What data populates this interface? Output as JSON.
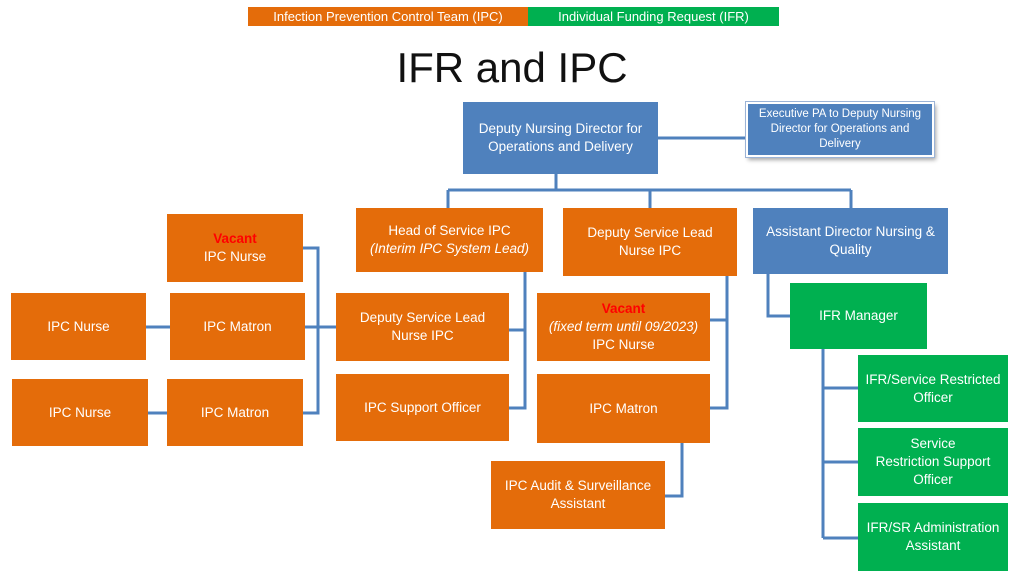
{
  "legend": {
    "ipc": "Infection Prevention Control Team (IPC)",
    "ifr": "Individual Funding Request (IFR)"
  },
  "title": "IFR and IPC",
  "colors": {
    "ipc_orange": "#E46C0A",
    "ifr_green": "#00B050",
    "manager_blue": "#4F81BD",
    "vacant_red": "#FF0000"
  },
  "nodes": {
    "deputy_nursing_director": {
      "line1": "Deputy Nursing Director for",
      "line2": "Operations and Delivery"
    },
    "executive_pa": {
      "line1": "Executive PA to Deputy Nursing",
      "line2": "Director for Operations and",
      "line3": "Delivery"
    },
    "head_of_service_ipc": {
      "line1": "Head of Service IPC",
      "line2": "(Interim IPC System Lead)"
    },
    "deputy_service_lead_top": {
      "line1": "Deputy Service Lead",
      "line2": "Nurse IPC"
    },
    "assistant_director": {
      "line1": "Assistant Director Nursing &",
      "line2": "Quality"
    },
    "vacant_ipc_nurse": {
      "status": "Vacant",
      "label": "IPC Nurse"
    },
    "ipc_nurse_1": {
      "label": "IPC Nurse"
    },
    "ipc_matron_1": {
      "label": "IPC Matron"
    },
    "ipc_nurse_2": {
      "label": "IPC Nurse"
    },
    "ipc_matron_2": {
      "label": "IPC Matron"
    },
    "deputy_service_lead_mid": {
      "line1": "Deputy Service Lead",
      "line2": "Nurse IPC"
    },
    "ipc_support_officer": {
      "label": "IPC Support Officer"
    },
    "vacant_fixed_term": {
      "status": "Vacant",
      "term": "(fixed term until 09/2023)",
      "label": "IPC Nurse"
    },
    "ipc_matron_3": {
      "label": "IPC Matron"
    },
    "ipc_audit": {
      "line1": "IPC Audit & Surveillance",
      "line2": "Assistant"
    },
    "ifr_manager": {
      "label": "IFR Manager"
    },
    "ifr_service_restricted": {
      "line1": "IFR/Service Restricted",
      "line2": "Officer"
    },
    "service_restriction_support": {
      "line1": "Service",
      "line2": "Restriction Support",
      "line3": "Officer"
    },
    "ifr_sr_admin": {
      "line1": "IFR/SR Administration",
      "line2": "Assistant"
    }
  }
}
